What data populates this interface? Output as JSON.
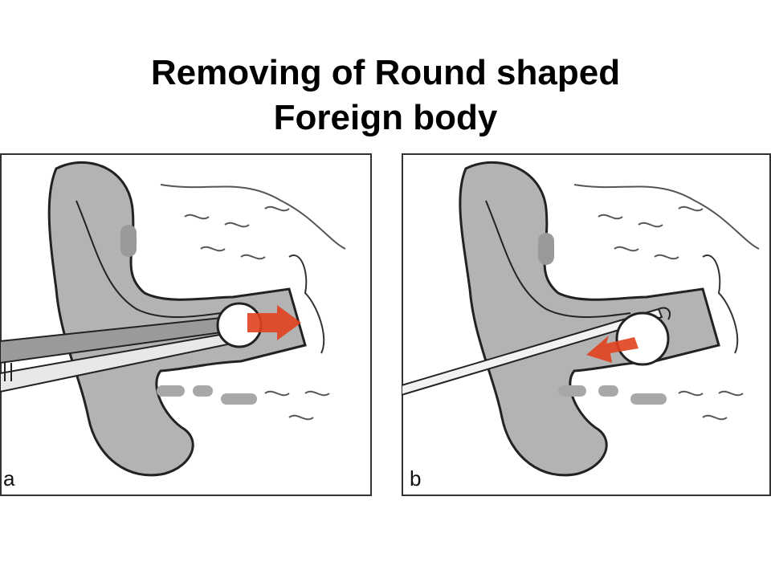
{
  "slide": {
    "title_line1": "Removing of Round shaped",
    "title_line2": "Foreign body"
  },
  "panels": [
    {
      "label": "a",
      "step": "grasp foreign body, arrow pointing inward"
    },
    {
      "label": "b",
      "step": "hook behind foreign body, arrow pointing outward"
    }
  ],
  "colors": {
    "ear_tissue": "#b3b3b3",
    "ear_outline": "#222222",
    "arrow": "#e0401e",
    "cartilage": "#a8a8a8",
    "background": "#ffffff"
  }
}
